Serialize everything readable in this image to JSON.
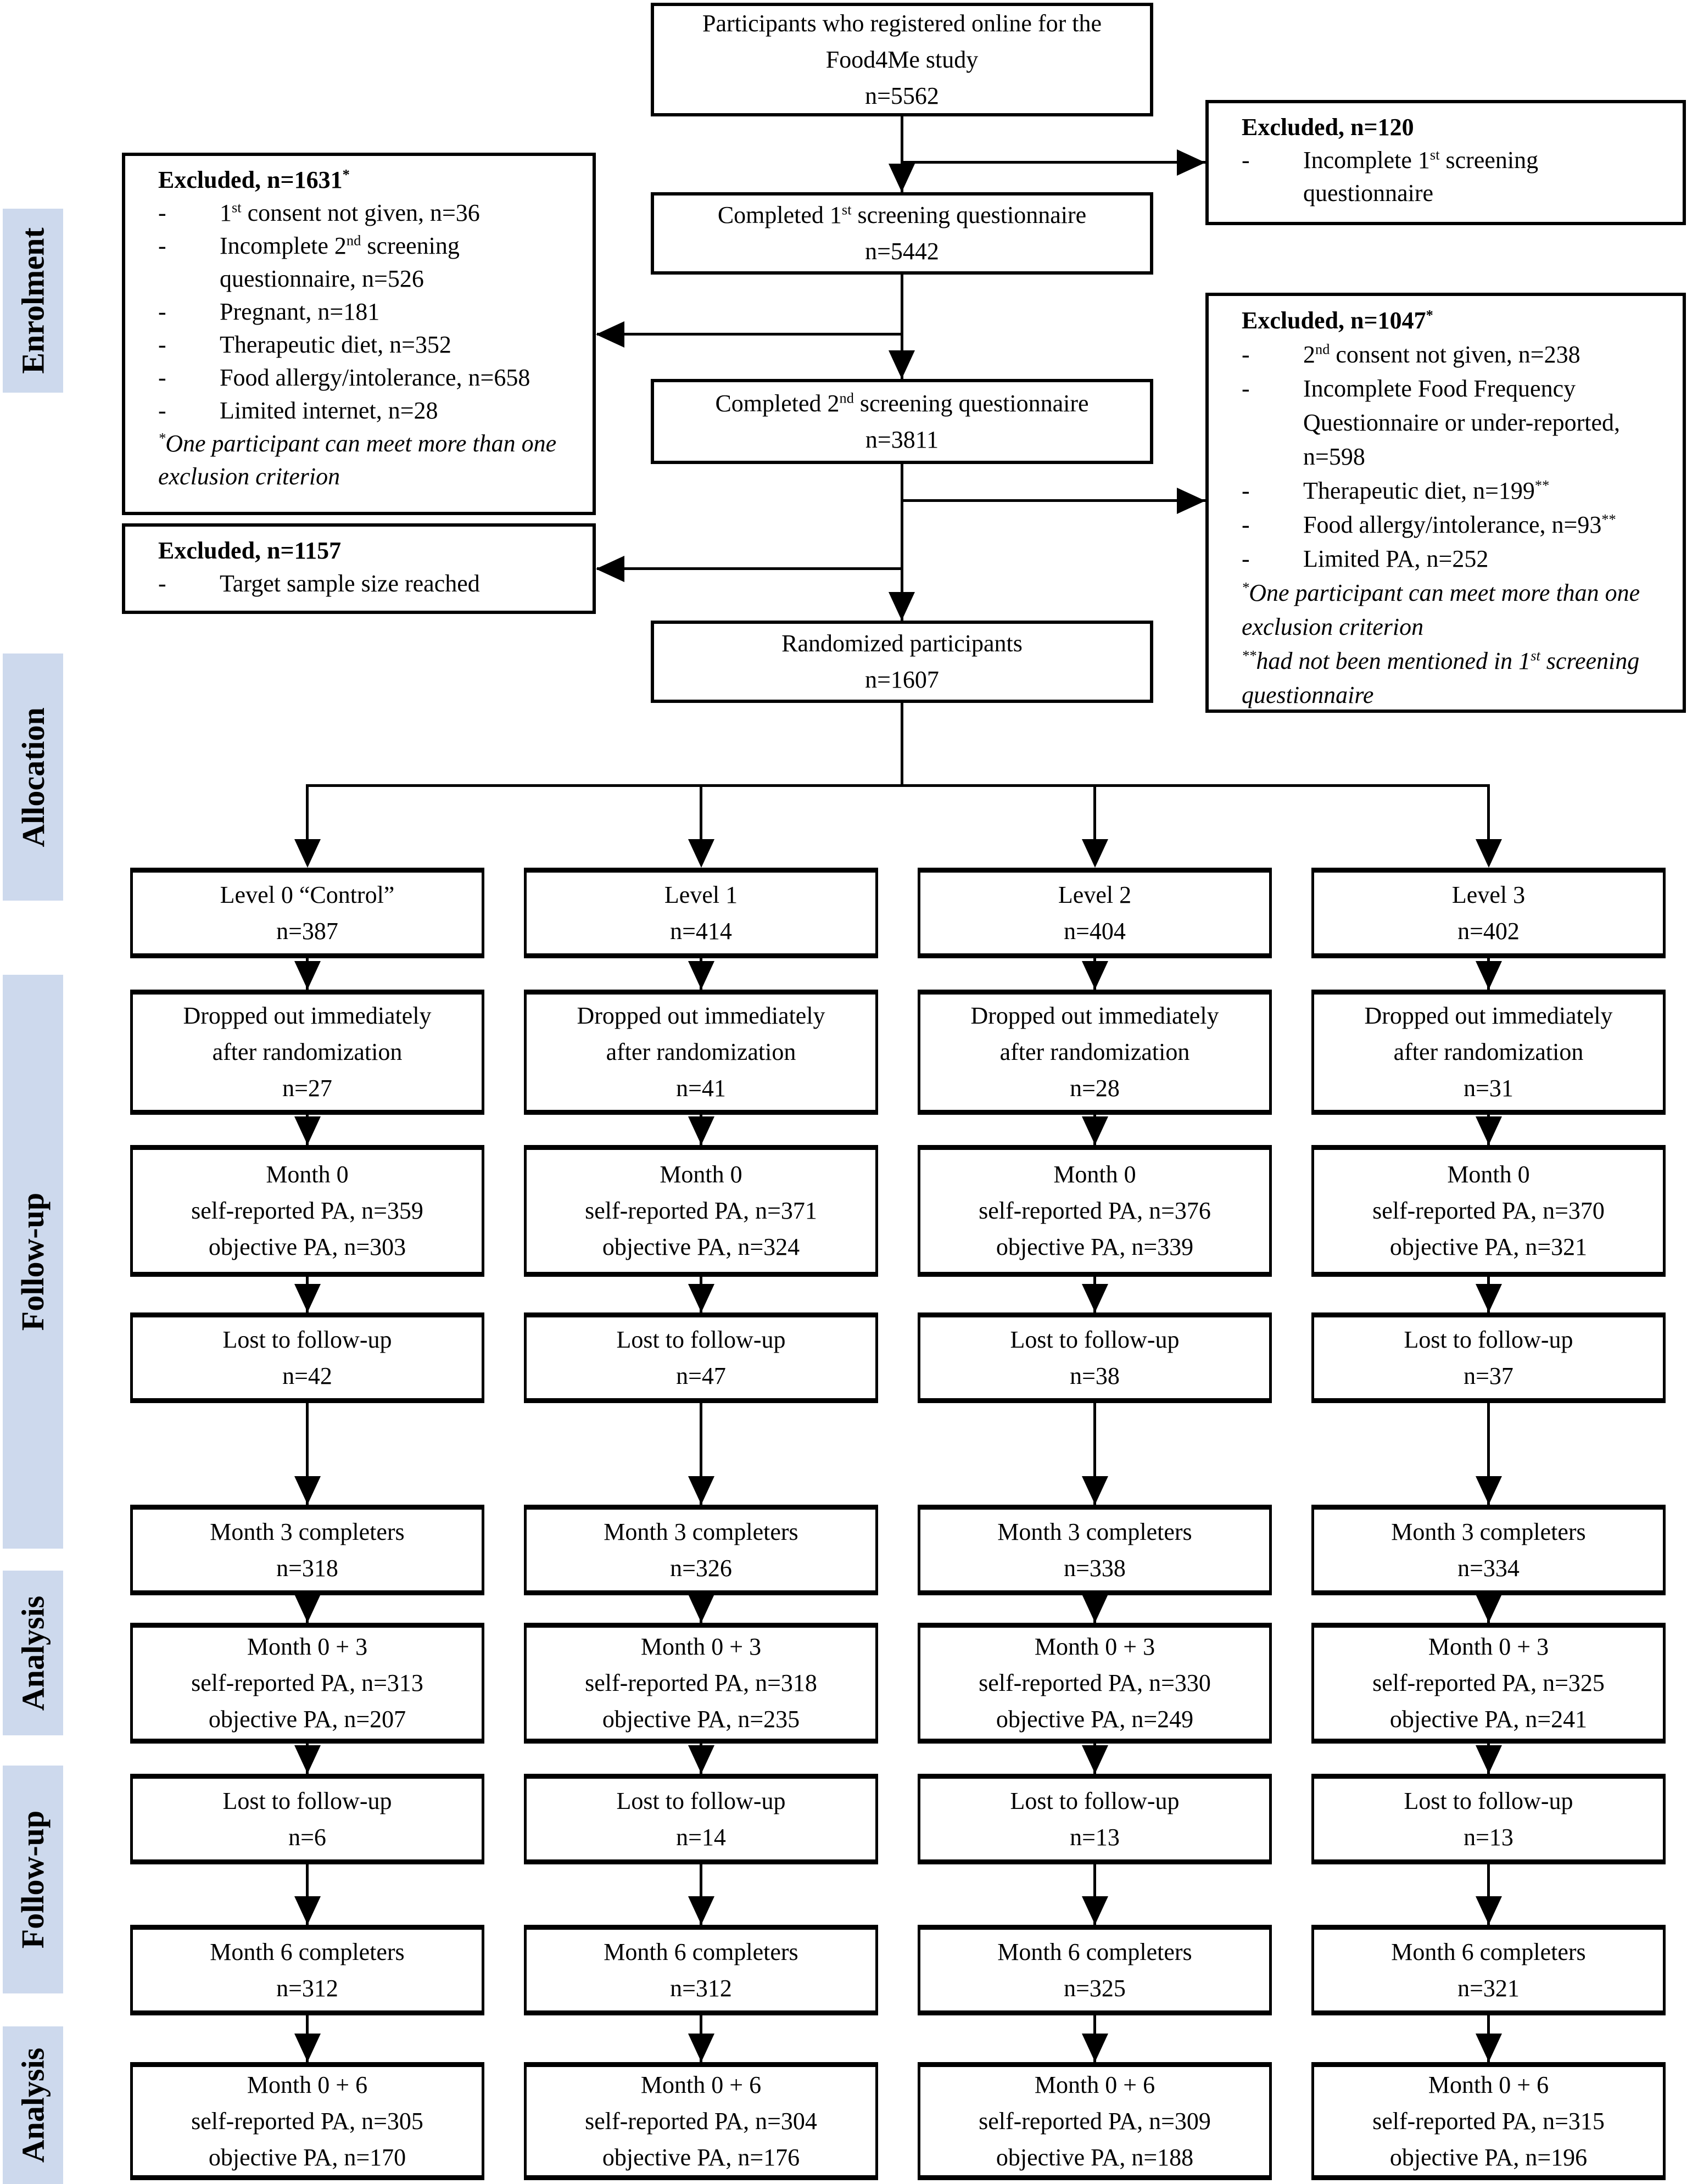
{
  "bullet": "-",
  "colors": {
    "stage_strip_bg": "#cdd9ed",
    "box_border": "#000000",
    "background": "#ffffff"
  },
  "stages": [
    {
      "label": "Enrolment"
    },
    {
      "label": "Allocation"
    },
    {
      "label": "Follow-up"
    },
    {
      "label": "Analysis"
    },
    {
      "label": "Follow-up"
    },
    {
      "label": "Analysis"
    }
  ],
  "flow": {
    "registered": {
      "l1": "Participants who registered online for the",
      "l2": "Food4Me study",
      "l3": "n=5562"
    },
    "screen1": {
      "t1": "Completed 1",
      "sup1": "st",
      "t2": " screening questionnaire",
      "n": "n=5442"
    },
    "screen2": {
      "t1": "Completed 2",
      "sup1": "nd",
      "t2": " screening questionnaire",
      "n": "n=3811"
    },
    "randomized": {
      "l1": "Randomized participants",
      "l2": "n=1607"
    }
  },
  "exclusions": {
    "e120": {
      "title": {
        "t1": "Excluded, n=120"
      },
      "items": [
        {
          "t1": "Incomplete 1",
          "sup1": "st",
          "t2": " screening questionnaire"
        }
      ]
    },
    "e1631": {
      "title": {
        "t1": "Excluded, n=1631",
        "sup1": "*"
      },
      "items": [
        {
          "t1": "1",
          "sup1": "st",
          "t2": " consent not given, n=36"
        },
        {
          "t1": "Incomplete 2",
          "sup1": "nd",
          "t2": " screening questionnaire, n=526"
        },
        {
          "t1": "Pregnant, n=181"
        },
        {
          "t1": "Therapeutic diet, n=352"
        },
        {
          "t1": "Food allergy/intolerance, n=658"
        },
        {
          "t1": "Limited internet, n=28"
        }
      ],
      "footnotes": [
        {
          "sup1": "*",
          "t1": "One participant can meet more than one exclusion criterion"
        }
      ]
    },
    "e1047": {
      "title": {
        "t1": "Excluded, n=1047",
        "sup1": "*"
      },
      "items": [
        {
          "t1": "2",
          "sup1": "nd",
          "t2": " consent not given, n=238"
        },
        {
          "t1": "Incomplete Food Frequency Questionnaire or under-reported, n=598"
        },
        {
          "t1": "Therapeutic diet, n=199",
          "sup1": "**"
        },
        {
          "t1": "Food allergy/intolerance, n=93",
          "sup1": "**"
        },
        {
          "t1": "Limited PA, n=252"
        }
      ],
      "footnotes": [
        {
          "sup1": "*",
          "t1": "One participant can meet more than one exclusion criterion"
        },
        {
          "sup1": "**",
          "t1": "had not been mentioned in 1",
          "sup2": "st",
          "t2": " screening questionnaire"
        }
      ]
    },
    "e1157": {
      "title": {
        "t1": "Excluded, n=1157"
      },
      "items": [
        {
          "t1": "Target sample size reached"
        }
      ]
    }
  },
  "columns": [
    {
      "level": {
        "l1": "Level 0 “Control”",
        "l2": "n=387"
      },
      "dropped": {
        "l1": "Dropped out immediately",
        "l2": "after randomization",
        "l3": "n=27"
      },
      "month0": {
        "l1": "Month 0",
        "l2": "self-reported PA, n=359",
        "l3": "objective PA, n=303"
      },
      "lost1": {
        "l1": "Lost to follow-up",
        "l2": "n=42"
      },
      "m3": {
        "l1": "Month 3 completers",
        "l2": "n=318"
      },
      "m03": {
        "l1": "Month 0 + 3",
        "l2": "self-reported PA, n=313",
        "l3": "objective PA, n=207"
      },
      "lost2": {
        "l1": "Lost to follow-up",
        "l2": "n=6"
      },
      "m6": {
        "l1": "Month 6 completers",
        "l2": "n=312"
      },
      "m06": {
        "l1": "Month 0 + 6",
        "l2": "self-reported PA, n=305",
        "l3": "objective PA, n=170"
      }
    },
    {
      "level": {
        "l1": "Level 1",
        "l2": "n=414"
      },
      "dropped": {
        "l1": "Dropped out immediately",
        "l2": "after randomization",
        "l3": "n=41"
      },
      "month0": {
        "l1": "Month 0",
        "l2": "self-reported PA, n=371",
        "l3": "objective PA, n=324"
      },
      "lost1": {
        "l1": "Lost to follow-up",
        "l2": "n=47"
      },
      "m3": {
        "l1": "Month 3 completers",
        "l2": "n=326"
      },
      "m03": {
        "l1": "Month 0 + 3",
        "l2": "self-reported PA, n=318",
        "l3": "objective PA, n=235"
      },
      "lost2": {
        "l1": "Lost to follow-up",
        "l2": "n=14"
      },
      "m6": {
        "l1": "Month 6 completers",
        "l2": "n=312"
      },
      "m06": {
        "l1": "Month 0 + 6",
        "l2": "self-reported PA, n=304",
        "l3": "objective PA, n=176"
      }
    },
    {
      "level": {
        "l1": "Level 2",
        "l2": "n=404"
      },
      "dropped": {
        "l1": "Dropped out immediately",
        "l2": "after randomization",
        "l3": "n=28"
      },
      "month0": {
        "l1": "Month 0",
        "l2": "self-reported PA, n=376",
        "l3": "objective PA, n=339"
      },
      "lost1": {
        "l1": "Lost to follow-up",
        "l2": "n=38"
      },
      "m3": {
        "l1": "Month 3 completers",
        "l2": "n=338"
      },
      "m03": {
        "l1": "Month 0 + 3",
        "l2": "self-reported PA, n=330",
        "l3": "objective PA, n=249"
      },
      "lost2": {
        "l1": "Lost to follow-up",
        "l2": "n=13"
      },
      "m6": {
        "l1": "Month 6 completers",
        "l2": "n=325"
      },
      "m06": {
        "l1": "Month 0 + 6",
        "l2": "self-reported PA, n=309",
        "l3": "objective PA, n=188"
      }
    },
    {
      "level": {
        "l1": "Level 3",
        "l2": "n=402"
      },
      "dropped": {
        "l1": "Dropped out immediately",
        "l2": "after randomization",
        "l3": "n=31"
      },
      "month0": {
        "l1": "Month 0",
        "l2": "self-reported PA, n=370",
        "l3": "objective PA, n=321"
      },
      "lost1": {
        "l1": "Lost to follow-up",
        "l2": "n=37"
      },
      "m3": {
        "l1": "Month 3 completers",
        "l2": "n=334"
      },
      "m03": {
        "l1": "Month 0 + 3",
        "l2": "self-reported PA, n=325",
        "l3": "objective PA, n=241"
      },
      "lost2": {
        "l1": "Lost to follow-up",
        "l2": "n=13"
      },
      "m6": {
        "l1": "Month 6 completers",
        "l2": "n=321"
      },
      "m06": {
        "l1": "Month 0 + 6",
        "l2": "self-reported PA, n=315",
        "l3": "objective PA, n=196"
      }
    }
  ]
}
